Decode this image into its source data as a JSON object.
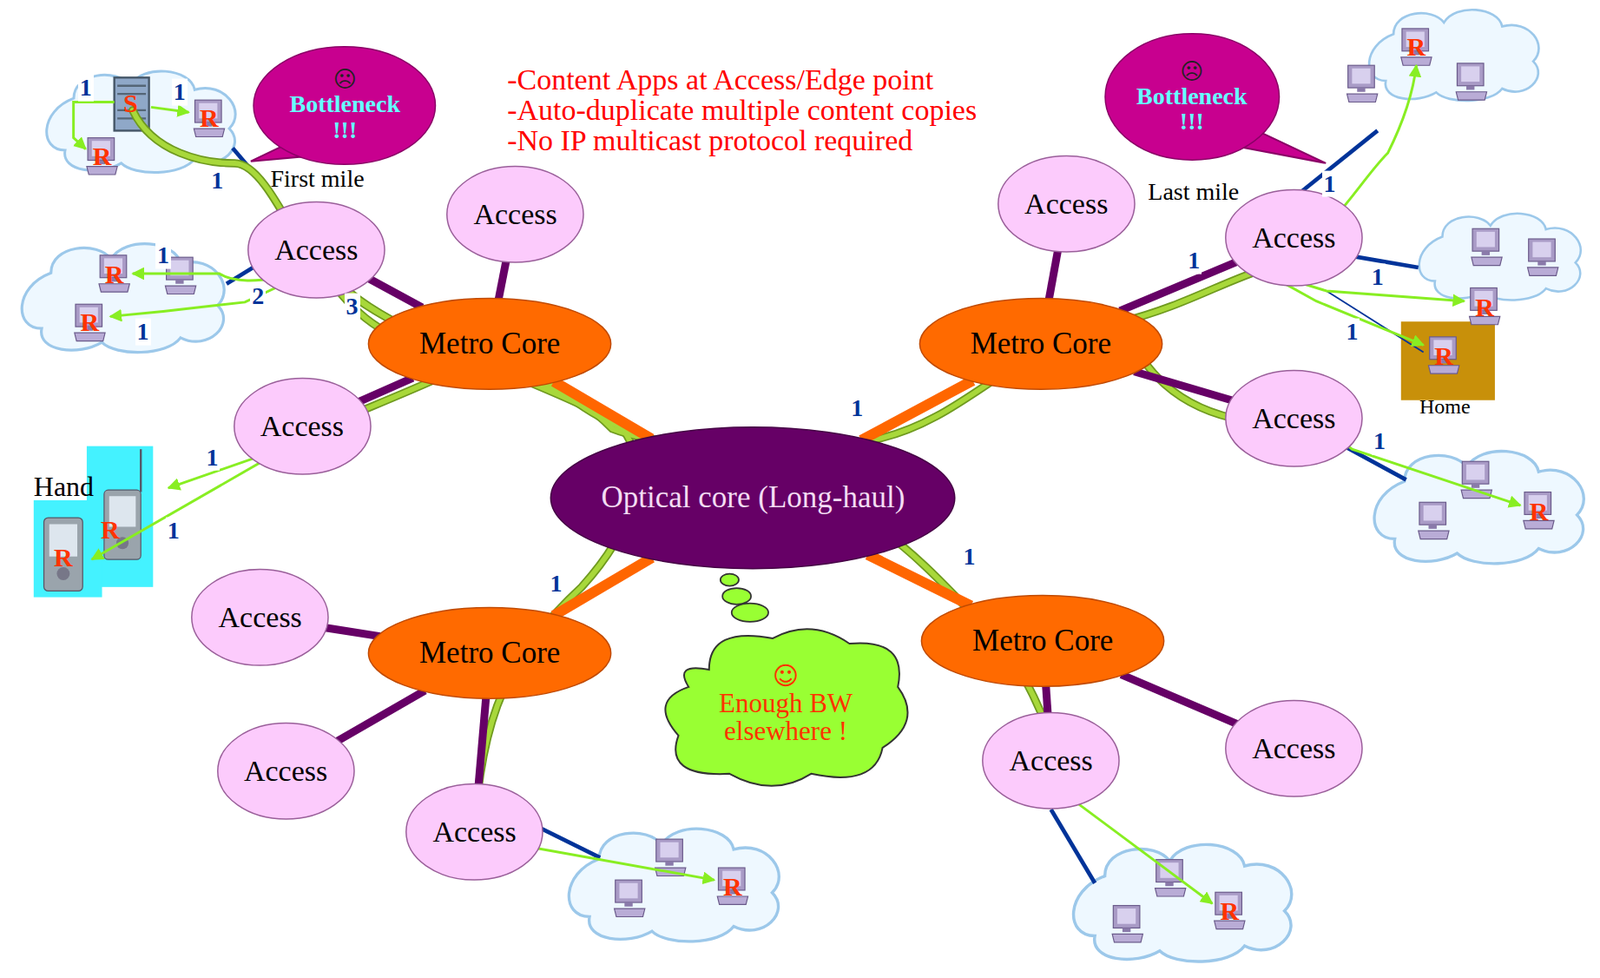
{
  "diagram": {
    "nodes": [
      {
        "text": [
          "☹",
          "Bottleneck !!!"
        ]
      },
      {
        "text": [
          "☹",
          "Bottleneck !!!"
        ]
      },
      {
        "text": [
          "Access"
        ]
      },
      {
        "text": [
          "Access"
        ]
      },
      {
        "text": [
          "Access"
        ]
      },
      {
        "text": [
          "Access"
        ]
      },
      {
        "text": [
          "Metro Core"
        ]
      },
      {
        "text": [
          "Metro Core"
        ]
      },
      {
        "text": [
          "Access"
        ]
      },
      {
        "text": [
          "Access"
        ]
      },
      {
        "text": [
          "Optical core (Long-haul)"
        ]
      },
      {
        "text": [
          "Access"
        ]
      },
      {
        "text": [
          "Metro Core"
        ]
      },
      {
        "text": [
          "Metro Core"
        ]
      },
      {
        "text": [
          "☺",
          "Enough BW elsewhere !"
        ]
      },
      {
        "text": [
          "Access"
        ]
      },
      {
        "text": [
          "Access"
        ]
      },
      {
        "text": [
          "Access"
        ]
      },
      {
        "text": [
          "Access"
        ]
      }
    ],
    "edges": [
      {
        "from": 2,
        "to": 6,
        "arrow": "none"
      },
      {
        "from": 3,
        "to": 6,
        "arrow": "none"
      },
      {
        "from": 8,
        "to": 6,
        "arrow": "none"
      },
      {
        "from": 6,
        "to": 10,
        "arrow": "none"
      },
      {
        "from": 4,
        "to": 7,
        "arrow": "none"
      },
      {
        "from": 5,
        "to": 7,
        "arrow": "none"
      },
      {
        "from": 9,
        "to": 7,
        "arrow": "none"
      },
      {
        "from": 7,
        "to": 10,
        "arrow": "none"
      },
      {
        "from": 11,
        "to": 12,
        "arrow": "none"
      },
      {
        "from": 15,
        "to": 12,
        "arrow": "none"
      },
      {
        "from": 18,
        "to": 12,
        "arrow": "none"
      },
      {
        "from": 12,
        "to": 10,
        "arrow": "none"
      },
      {
        "from": 13,
        "to": 10,
        "arrow": "none"
      },
      {
        "from": 16,
        "to": 13,
        "arrow": "none"
      },
      {
        "from": 17,
        "to": 13,
        "arrow": "none"
      }
    ],
    "labels": [
      "-Content Apps at Access/Edge point",
      "-Auto-duplicate multiple content copies",
      "-No IP multicast protocol required",
      "First mile",
      "Last mile",
      "Hand",
      "Home",
      "1",
      "1",
      "1",
      "1",
      "2",
      "1",
      "3",
      "1",
      "1",
      "1",
      "1",
      "1",
      "1",
      "1",
      "1",
      "1",
      "1",
      "R",
      "R",
      "R",
      "R",
      "R",
      "R",
      "R",
      "R",
      "R",
      "R",
      "R",
      "R",
      "S"
    ]
  }
}
